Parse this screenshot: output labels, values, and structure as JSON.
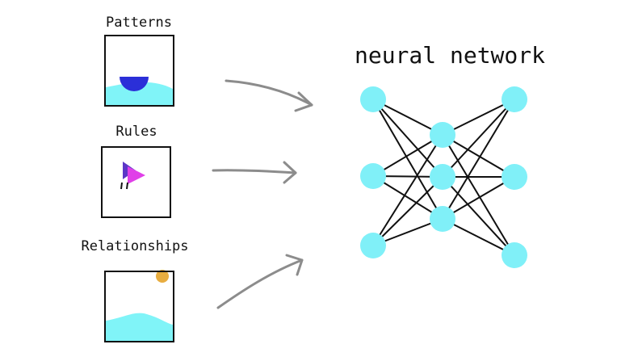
{
  "inputs": [
    {
      "label": "Patterns",
      "icon": "wave-with-half-circle-icon"
    },
    {
      "label": "Rules",
      "icon": "play-triangles-icon"
    },
    {
      "label": "Relationships",
      "icon": "wave-with-sun-icon"
    }
  ],
  "network": {
    "title": "neural network",
    "layers": [
      3,
      3,
      3
    ],
    "node_color": "#80f0f8"
  },
  "colors": {
    "wave": "#80f4f8",
    "half_circle": "#2b2fd8",
    "triangle_back": "#5b36c7",
    "triangle_front": "#e040e8",
    "sun": "#e8ad40",
    "arrow": "#8c8c8c",
    "edge": "#111111",
    "frame": "#111111"
  }
}
